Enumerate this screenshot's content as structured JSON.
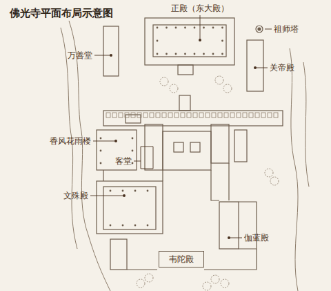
{
  "diagram": {
    "title": "佛光寺平面布局示意图",
    "nodes": [
      {
        "text": [
          "韦陀殿"
        ]
      }
    ],
    "labels": [
      "正殿（东大殿）",
      "祖师塔",
      "万善堂",
      "关帝殿",
      "香风花雨楼",
      "客堂",
      "文殊殿",
      "伽蓝殿"
    ]
  }
}
